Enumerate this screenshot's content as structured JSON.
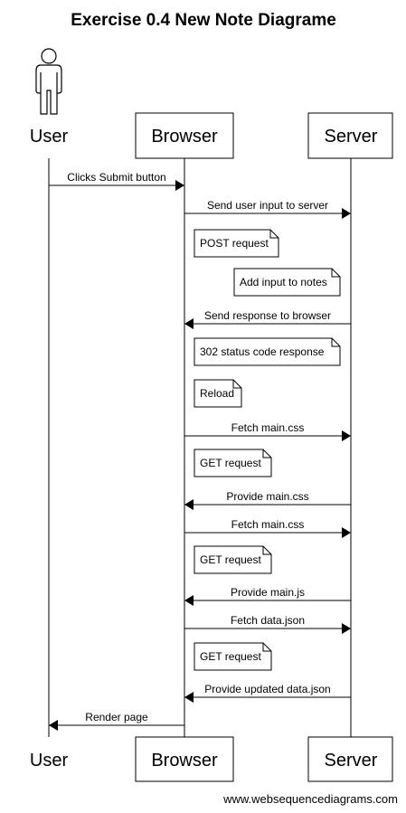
{
  "title": "Exercise 0.4 New Note Diagrame",
  "participants": {
    "user": "User",
    "browser": "Browser",
    "server": "Server"
  },
  "footer": "www.websequencediagrams.com",
  "steps": [
    {
      "kind": "message",
      "from": "user",
      "to": "browser",
      "text": "Clicks Submit button"
    },
    {
      "kind": "message",
      "from": "browser",
      "to": "server",
      "text": "Send user input to server"
    },
    {
      "kind": "note",
      "over": "browser",
      "text": "POST request"
    },
    {
      "kind": "note",
      "over": "server",
      "text": "Add input to notes"
    },
    {
      "kind": "message",
      "from": "server",
      "to": "browser",
      "text": "Send response to browser"
    },
    {
      "kind": "note",
      "over": "browser",
      "text": "302 status code response"
    },
    {
      "kind": "note",
      "over": "browser",
      "text": "Reload"
    },
    {
      "kind": "message",
      "from": "browser",
      "to": "server",
      "text": "Fetch main.css"
    },
    {
      "kind": "note",
      "over": "browser",
      "text": "GET request"
    },
    {
      "kind": "message",
      "from": "server",
      "to": "browser",
      "text": "Provide main.css"
    },
    {
      "kind": "message",
      "from": "browser",
      "to": "server",
      "text": "Fetch main.css"
    },
    {
      "kind": "note",
      "over": "browser",
      "text": "GET request"
    },
    {
      "kind": "message",
      "from": "server",
      "to": "browser",
      "text": "Provide main.js"
    },
    {
      "kind": "message",
      "from": "browser",
      "to": "server",
      "text": "Fetch data.json"
    },
    {
      "kind": "note",
      "over": "browser",
      "text": "GET request"
    },
    {
      "kind": "message",
      "from": "server",
      "to": "browser",
      "text": "Provide updated data.json"
    },
    {
      "kind": "message",
      "from": "browser",
      "to": "user",
      "text": "Render page"
    }
  ]
}
